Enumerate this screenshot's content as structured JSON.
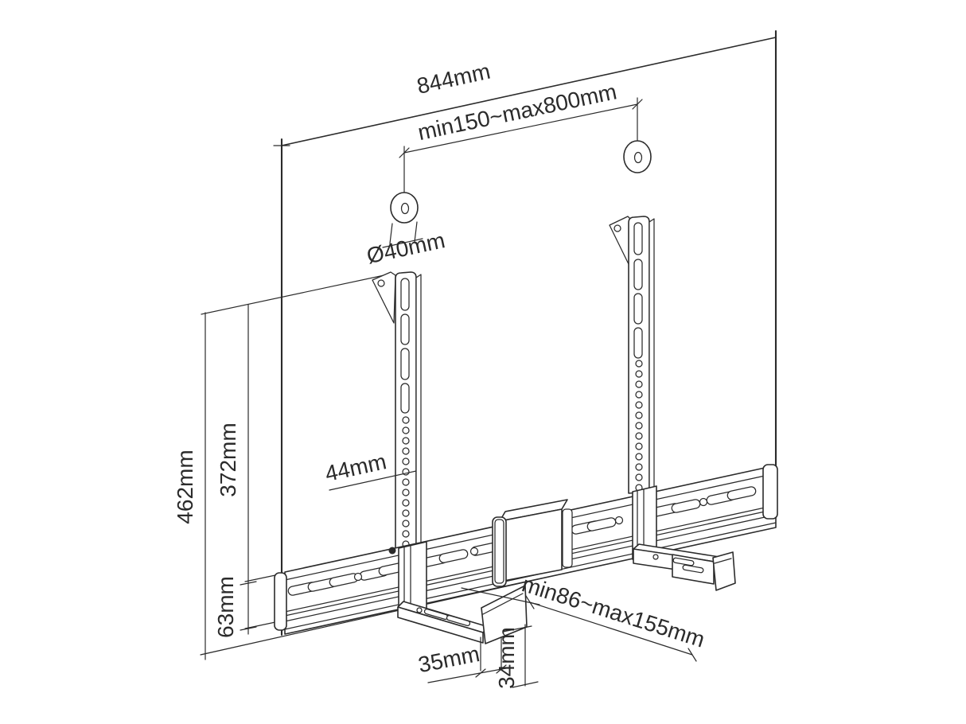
{
  "page": {
    "background": "#ffffff"
  },
  "diagram": {
    "colors": {
      "line": "#2b2b2b",
      "background": "#ffffff"
    },
    "labels": {
      "total_width": "844mm",
      "hole_spacing": "min150~max800mm",
      "anchor_diameter": "Ø40mm",
      "overall_height": "462mm",
      "bracket_height": "372mm",
      "rail_height": "63mm",
      "bracket_width": "44mm",
      "arm_offset": "35mm",
      "lip_height": "34mm",
      "depth_range": "min86~max155mm"
    }
  }
}
